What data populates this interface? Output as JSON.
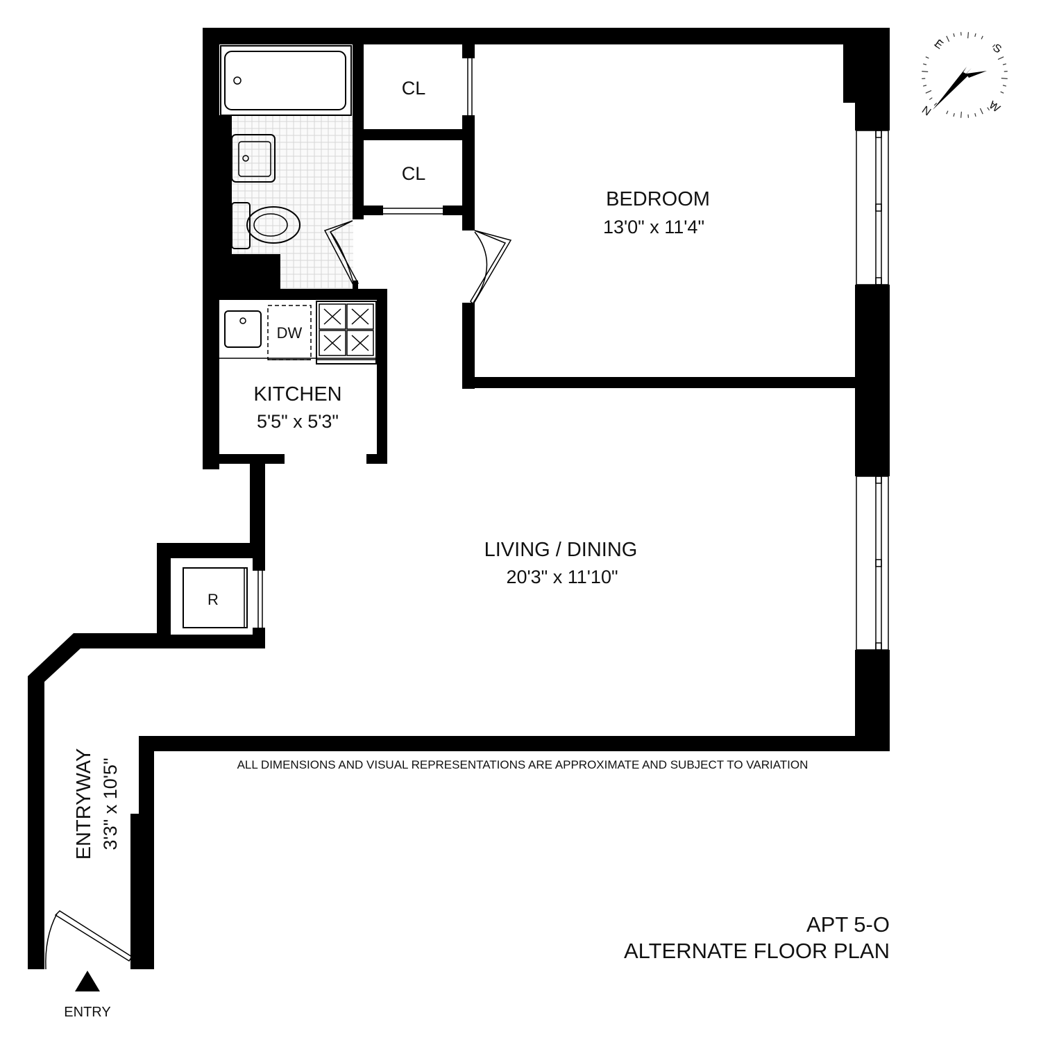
{
  "rooms": {
    "bedroom": {
      "name": "BEDROOM",
      "dims": "13'0\" x 11'4\""
    },
    "living": {
      "name": "LIVING / DINING",
      "dims": "20'3\" x 11'10\""
    },
    "kitchen": {
      "name": "KITCHEN",
      "dims": "5'5\" x 5'3\""
    },
    "entryway": {
      "name": "ENTRYWAY",
      "dims": "3'3\" x 10'5\""
    },
    "closet_1": {
      "name": "CL"
    },
    "closet_2": {
      "name": "CL"
    }
  },
  "fixtures": {
    "dishwasher": "DW",
    "refrigerator": "R"
  },
  "disclaimer": "ALL DIMENSIONS AND VISUAL REPRESENTATIONS ARE APPROXIMATE AND SUBJECT TO VARIATION",
  "title": {
    "unit": "APT 5-O",
    "subtitle": "ALTERNATE FLOOR PLAN"
  },
  "entry_label": "ENTRY",
  "compass": {
    "labels": {
      "north": "N",
      "east": "E",
      "south": "S",
      "west": "W"
    }
  },
  "colors": {
    "wall": "#000000",
    "tile_grid": "#d6d6d6",
    "background": "#ffffff"
  }
}
